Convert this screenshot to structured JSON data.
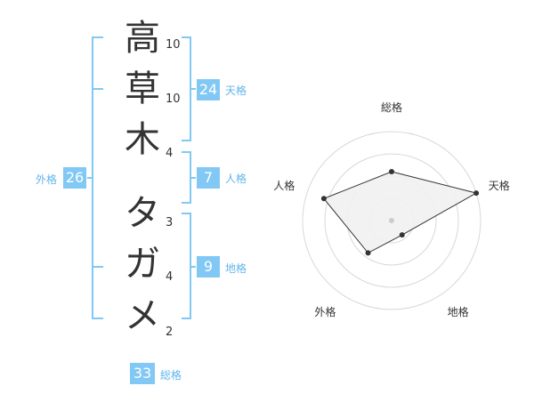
{
  "name": {
    "chars": [
      "高",
      "草",
      "木",
      "タ",
      "ガ",
      "メ"
    ],
    "strokes": [
      "10",
      "10",
      "4",
      "3",
      "4",
      "2"
    ]
  },
  "kakusu": {
    "tenkaku": {
      "value": "24",
      "label": "天格"
    },
    "jinkaku": {
      "value": "7",
      "label": "人格"
    },
    "chikaku": {
      "value": "9",
      "label": "地格"
    },
    "gaikaku": {
      "value": "26",
      "label": "外格"
    },
    "soukaku": {
      "value": "33",
      "label": "総格"
    }
  },
  "colors": {
    "accent": "#81c8f5",
    "bracket": "#81c8f5",
    "label": "#62b5ec",
    "text": "#333333",
    "radar_fill": "#f1f1f1",
    "radar_ring": "#d8d8d8"
  },
  "chart_data": {
    "type": "radar",
    "axes": [
      "総格",
      "天格",
      "地格",
      "外格",
      "人格"
    ],
    "values": [
      0.55,
      1.0,
      0.2,
      0.45,
      0.8
    ],
    "rings": 4
  }
}
